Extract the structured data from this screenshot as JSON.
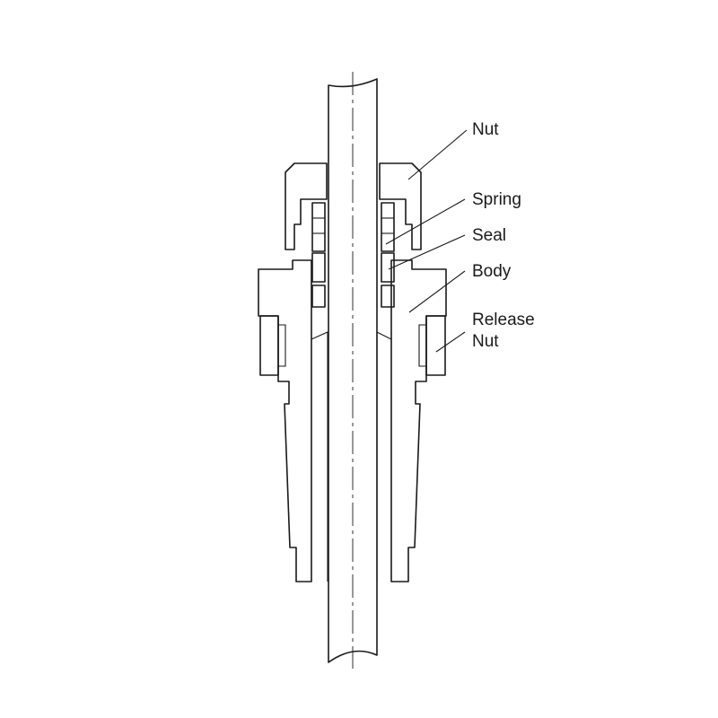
{
  "labels": {
    "nut": "Nut",
    "spring": "Spring",
    "seal": "Seal",
    "body": "Body",
    "release_line1": "Release",
    "release_line2": "Nut"
  }
}
